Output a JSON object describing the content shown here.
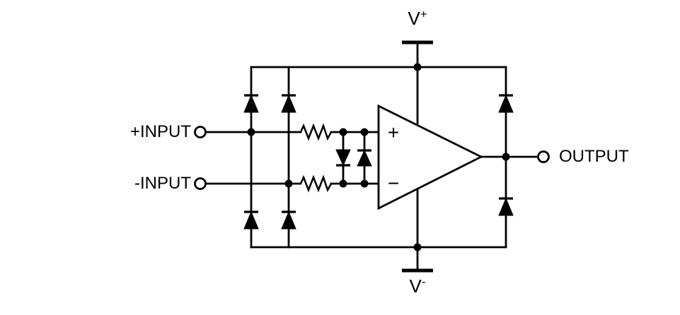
{
  "labels": {
    "input_plus": "+INPUT",
    "input_minus": "-INPUT",
    "output": "OUTPUT",
    "supply_pos_base": "V",
    "supply_pos_sign": "+",
    "supply_neg_base": "V",
    "supply_neg_sign": "-",
    "opamp_plus": "+",
    "opamp_minus": "−"
  },
  "colors": {
    "line": "#000000",
    "background": "#ffffff"
  }
}
